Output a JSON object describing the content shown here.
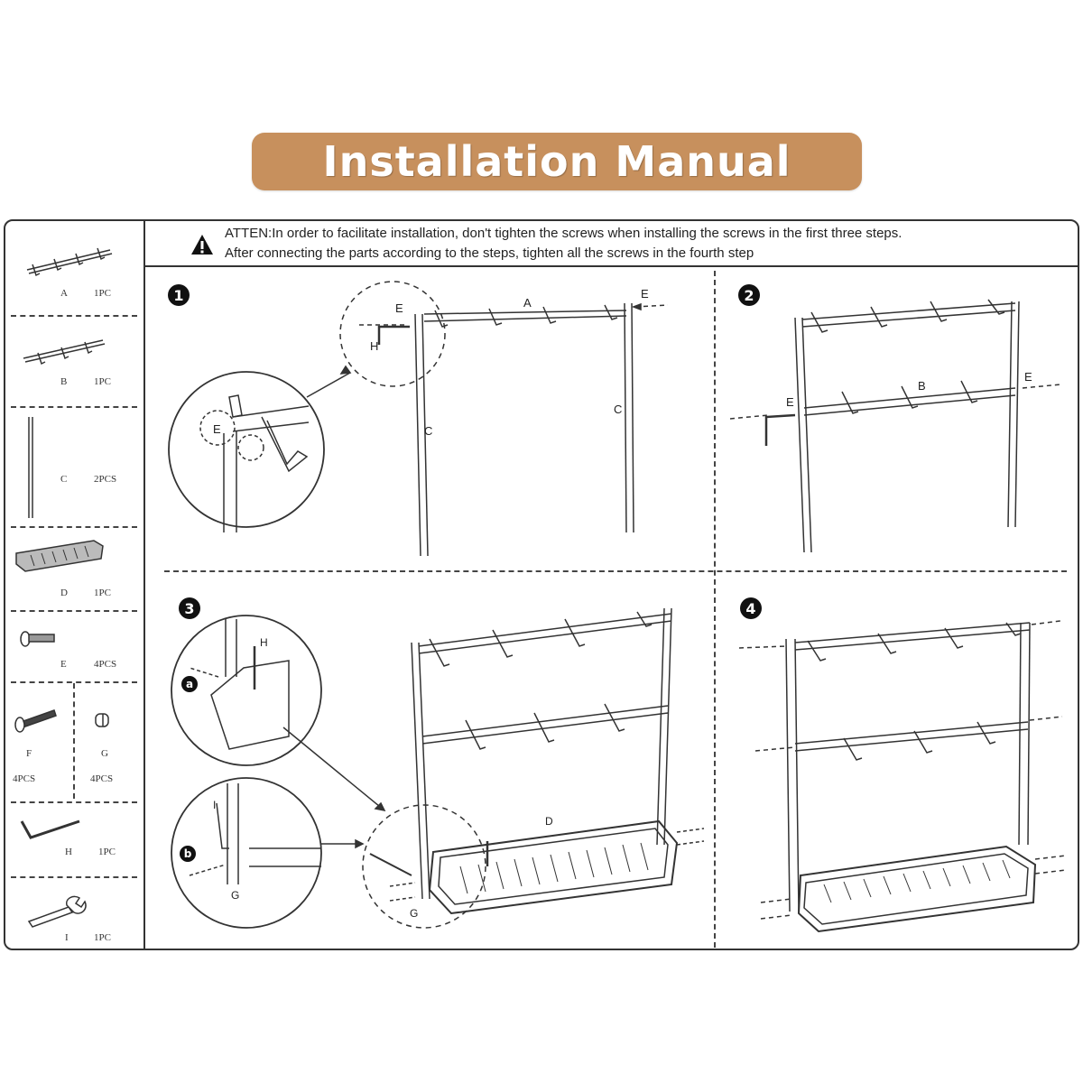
{
  "title": "Installation Manual",
  "colors": {
    "banner": "#c7905d",
    "banner_text": "#ffffff",
    "line": "#333333"
  },
  "warning": {
    "icon": "warning-triangle-icon",
    "line1": "ATTEN:In order to facilitate installation, don't tighten the screws when installing the screws in the first three steps.",
    "line2": "After connecting the parts according to the steps, tighten all the screws in the fourth step"
  },
  "parts": [
    {
      "id": "A",
      "qty": "1PC",
      "icon": "hook-bar-4-icon"
    },
    {
      "id": "B",
      "qty": "1PC",
      "icon": "hook-bar-3-icon"
    },
    {
      "id": "C",
      "qty": "2PCS",
      "icon": "upright-pole-icon"
    },
    {
      "id": "D",
      "qty": "1PC",
      "icon": "base-tray-icon"
    },
    {
      "id": "E",
      "qty": "4PCS",
      "icon": "short-screw-icon"
    },
    {
      "id": "F",
      "qty": "4PCS",
      "icon": "long-screw-icon"
    },
    {
      "id": "G",
      "qty": "4PCS",
      "icon": "cap-nut-icon"
    },
    {
      "id": "H",
      "qty": "1PC",
      "icon": "allen-key-icon"
    },
    {
      "id": "I",
      "qty": "1PC",
      "icon": "wrench-icon"
    }
  ],
  "steps": [
    {
      "number": "1",
      "labels": {
        "e_left": "E",
        "e_right": "E",
        "a": "A",
        "h": "H",
        "c_left": "C",
        "c_right": "C",
        "detail_e": "E"
      }
    },
    {
      "number": "2",
      "labels": {
        "e_left": "E",
        "e_right": "E",
        "b": "B"
      }
    },
    {
      "number": "3",
      "labels": {
        "sub_a": "a",
        "sub_b": "b",
        "h": "H",
        "i": "I",
        "g_detail": "G",
        "g_main": "G",
        "d": "D"
      }
    },
    {
      "number": "4",
      "labels": {}
    }
  ]
}
